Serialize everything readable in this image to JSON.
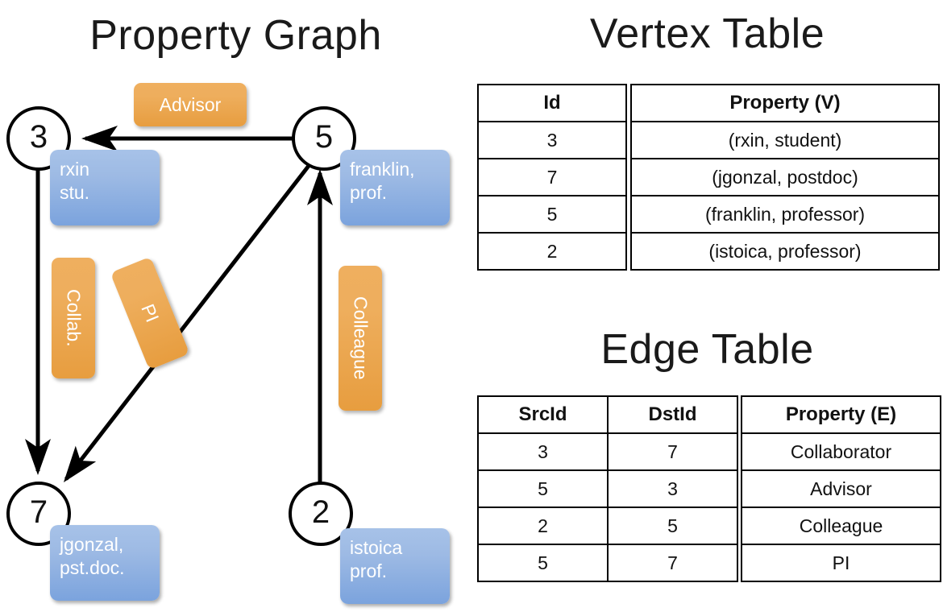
{
  "titles": {
    "property_graph": "Property Graph",
    "vertex_table": "Vertex Table",
    "edge_table": "Edge Table"
  },
  "graph": {
    "nodes": [
      {
        "id": "3",
        "property_lines": [
          "rxin",
          "stu."
        ]
      },
      {
        "id": "5",
        "property_lines": [
          "franklin,",
          "prof."
        ]
      },
      {
        "id": "7",
        "property_lines": [
          "jgonzal,",
          "pst.doc."
        ]
      },
      {
        "id": "2",
        "property_lines": [
          "istoica",
          "prof."
        ]
      }
    ],
    "edge_labels": [
      {
        "text": "Advisor",
        "orientation": "horizontal"
      },
      {
        "text": "Collab.",
        "orientation": "vertical"
      },
      {
        "text": "PI",
        "orientation": "rotated"
      },
      {
        "text": "Colleague",
        "orientation": "vertical"
      }
    ],
    "edges": [
      {
        "src": "5",
        "dst": "3",
        "label": "Advisor"
      },
      {
        "src": "3",
        "dst": "7",
        "label": "Collab."
      },
      {
        "src": "5",
        "dst": "7",
        "label": "PI"
      },
      {
        "src": "2",
        "dst": "5",
        "label": "Colleague"
      }
    ]
  },
  "vertex_table": {
    "headers": {
      "id": "Id",
      "property": "Property (V)"
    },
    "rows": [
      {
        "id": "3",
        "property": "(rxin, student)"
      },
      {
        "id": "7",
        "property": "(jgonzal, postdoc)"
      },
      {
        "id": "5",
        "property": "(franklin, professor)"
      },
      {
        "id": "2",
        "property": "(istoica, professor)"
      }
    ]
  },
  "edge_table": {
    "headers": {
      "src": "SrcId",
      "dst": "DstId",
      "property": "Property (E)"
    },
    "rows": [
      {
        "src": "3",
        "dst": "7",
        "property": "Collaborator"
      },
      {
        "src": "5",
        "dst": "3",
        "property": "Advisor"
      },
      {
        "src": "2",
        "dst": "5",
        "property": "Colleague"
      },
      {
        "src": "5",
        "dst": "7",
        "property": "PI"
      }
    ]
  },
  "colors": {
    "vertex_property_fill": "#d6e1f1",
    "edge_property_fill": "#f7ddc2",
    "node_property_box": "#7ba3dd",
    "edge_label_box": "#e79d3f",
    "stroke": "#000000"
  }
}
